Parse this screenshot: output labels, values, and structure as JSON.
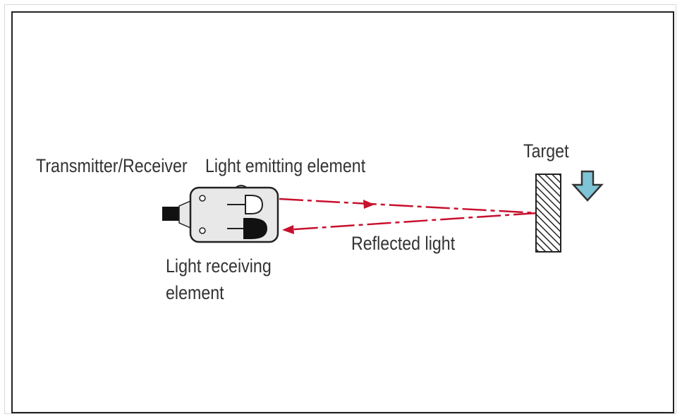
{
  "labels": {
    "transmitter_receiver": "Transmitter/Receiver",
    "light_emitting": "Light emitting element",
    "light_receiving_line1": "Light receiving",
    "light_receiving_line2": "element",
    "target": "Target",
    "reflected": "Reflected light"
  },
  "colors": {
    "beam": "#c8102e",
    "arrow_fill": "#7fc4d6",
    "arrow_stroke": "#333333",
    "sensor_body": "#e8e8e8",
    "outline": "#222222"
  }
}
